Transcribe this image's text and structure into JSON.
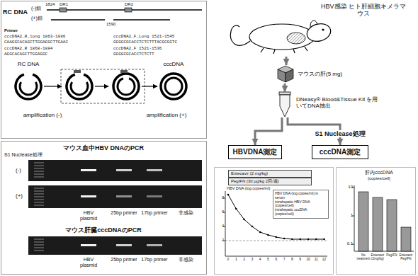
{
  "diagram": {
    "nodes": [
      {
        "text": [
          "HBV感染 ヒト肝細胞キメラマウス"
        ]
      },
      {
        "text": [
          "マウスの肝(5 mg)"
        ]
      },
      {
        "text": [
          "DNeasy® Blood&Tissue Kit を用いてDNA抽出"
        ]
      },
      {
        "text": [
          "HBVDNA測定"
        ]
      },
      {
        "text": [
          "cccDNA測定"
        ]
      },
      {
        "text": [
          "Entecavir (2 mg/kg)"
        ]
      },
      {
        "text": [
          "PegIFN (30 μg/kg 2回/週)"
        ]
      },
      {
        "text": [
          "HBV DNA (log copies/ml) in serum",
          "intrahepatic HBV DNA (copies/cell)",
          "intrahepatic cccDNA (copies/cell)"
        ]
      }
    ],
    "edges": [
      {
        "from": 0,
        "to": 1,
        "arrow": "to"
      },
      {
        "from": 1,
        "to": 2,
        "arrow": "to"
      },
      {
        "from": 2,
        "to": 3,
        "arrow": "to"
      },
      {
        "from": 2,
        "to": 4,
        "arrow": "to",
        "label": "S1 Nuclease処理"
      }
    ],
    "labels": [
      "RC DNA",
      "(-)鎖",
      "(+)鎖",
      "1824",
      "DR1",
      "DR2",
      "1590",
      "Primer",
      "cccDNA2_R_long 1863-1886",
      "CAAGGCACAGCTTGGAGGCTTGAAC",
      "cccDNA2_R 1868-1884",
      "AGGCACAGCTTGGAGGC",
      "cccDNA2_F_Long 1521-1545",
      "GGGGCGCACCTCTCTTTACGCGGTC",
      "cccDNA2_F 1521-1536",
      "GGGGCGCACCTCTCTT",
      "RC DNA",
      "cccDNA",
      "amplification (-)",
      "amplification (+)",
      "マウス血中HBV DNAのPCR",
      "S1 Nuclease処理",
      "(-)",
      "(+)",
      "HBV plasmid",
      "25bp primer",
      "17bp primer",
      "非感染",
      "マウス肝臓cccDNAのPCR",
      "HBV plasmid",
      "25bp primer",
      "17bp primer",
      "非感染",
      "HBV DNA (log copies/ml)",
      "8",
      "6",
      "4",
      "2",
      "0",
      "1",
      "2",
      "3",
      "4",
      "5",
      "6",
      "7",
      "8",
      "9",
      "10",
      "11",
      "12",
      "肝内cccDNA",
      "[copies/cell]",
      "10",
      "1",
      "0.1",
      "No treatment",
      "Entecavir (2mg/kg)",
      "PegIFN",
      "Entecavir PegIFN"
    ]
  }
}
